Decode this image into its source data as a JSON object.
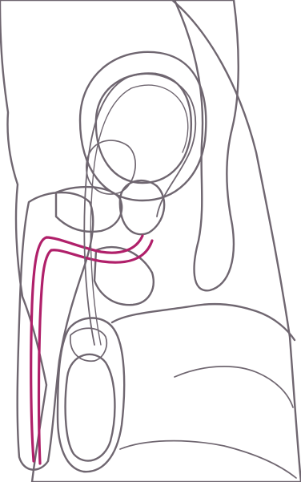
{
  "diagram": {
    "colors": {
      "background": "#ffffff",
      "body_tissue": "#f5c9d8",
      "organ_pink": "#e8a8bf",
      "organ_pink_dark": "#d894ae",
      "rectum": "#7b7b7f",
      "bladder": "#c6c9c8",
      "testis": "#c7cac9",
      "urethra": "#b0206a",
      "outline": "#6f6670"
    },
    "structures": [
      {
        "name": "bladder",
        "icon": "organ-oval"
      },
      {
        "name": "rectum",
        "icon": "organ-tube"
      },
      {
        "name": "prostate",
        "icon": "organ-lobe"
      },
      {
        "name": "seminal-vesicle",
        "icon": "organ-lobe"
      },
      {
        "name": "urethra",
        "icon": "duct-line"
      },
      {
        "name": "penis",
        "icon": "organ-shaft"
      },
      {
        "name": "testis",
        "icon": "organ-oval"
      },
      {
        "name": "vas-deferens",
        "icon": "duct-line"
      }
    ]
  }
}
